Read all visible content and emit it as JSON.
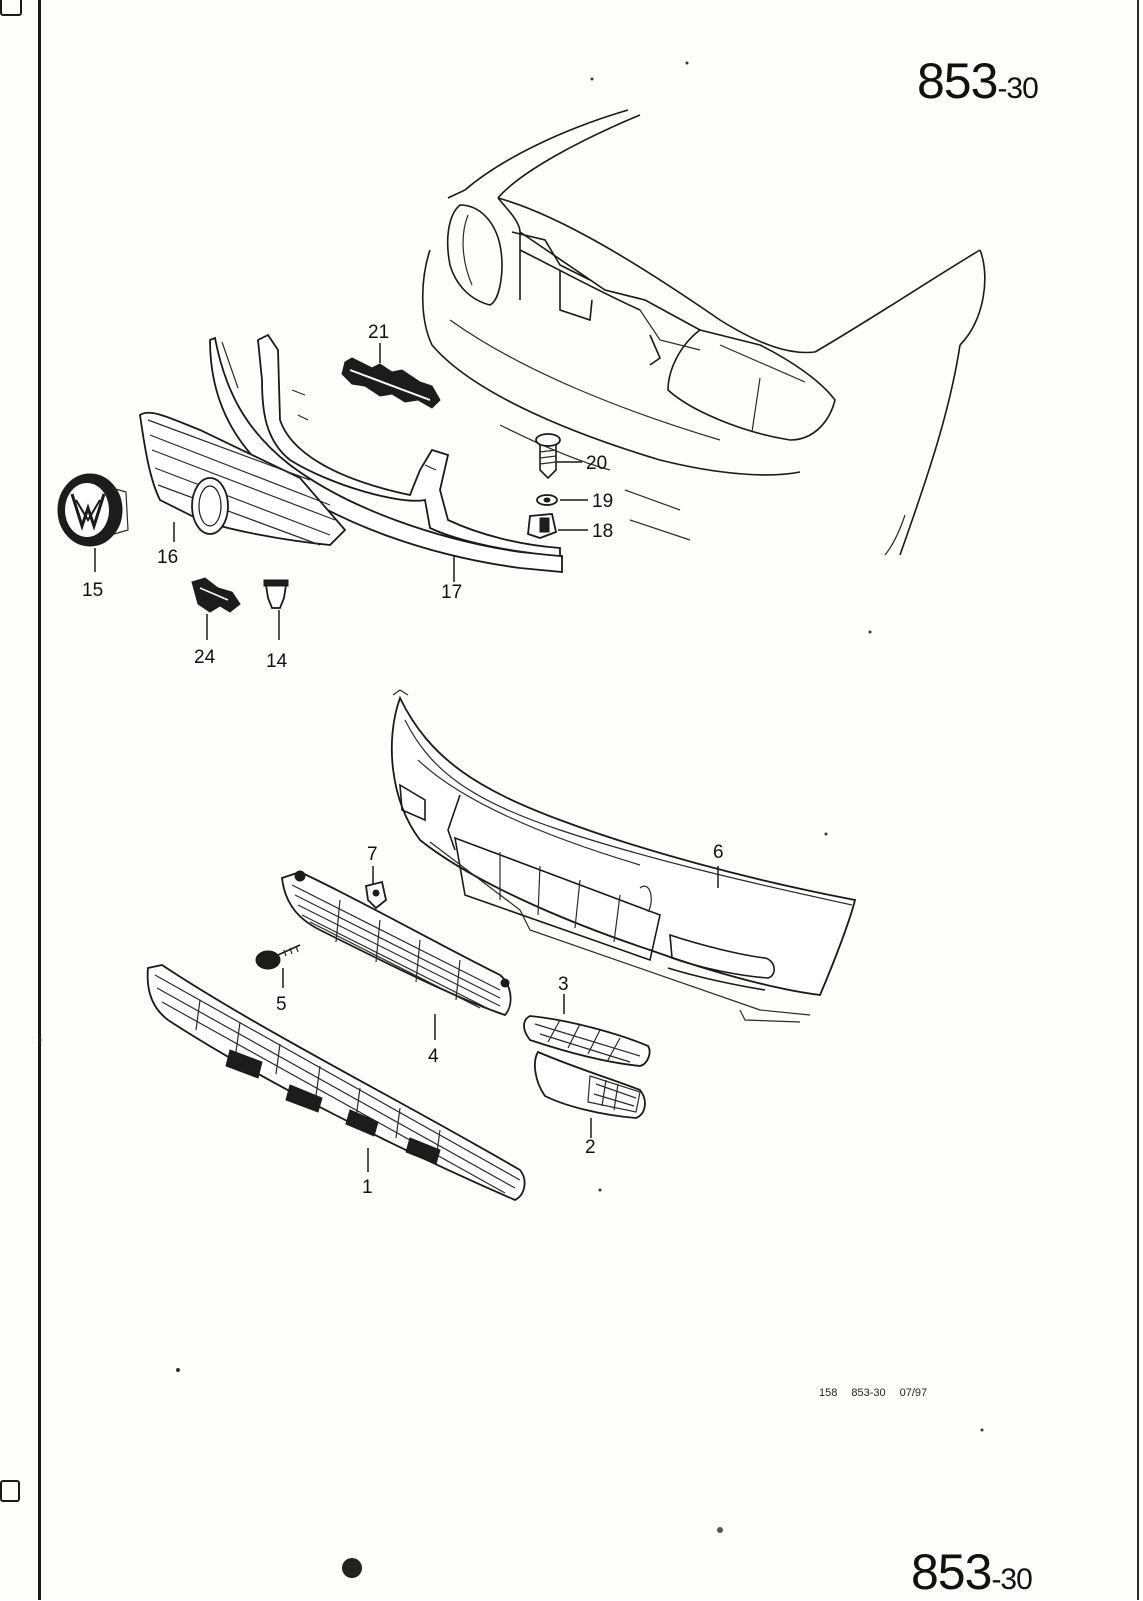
{
  "page": {
    "number_main": "853",
    "number_suffix": "-30"
  },
  "footer": {
    "sheet": "158",
    "group": "853-30",
    "date": "07/97"
  },
  "callouts": {
    "c1": "1",
    "c2": "2",
    "c3": "3",
    "c4": "4",
    "c5": "5",
    "c6": "6",
    "c7": "7",
    "c14": "14",
    "c15": "15",
    "c16": "16",
    "c17": "17",
    "c18": "18",
    "c19": "19",
    "c20": "20",
    "c21": "21",
    "c24": "24"
  }
}
